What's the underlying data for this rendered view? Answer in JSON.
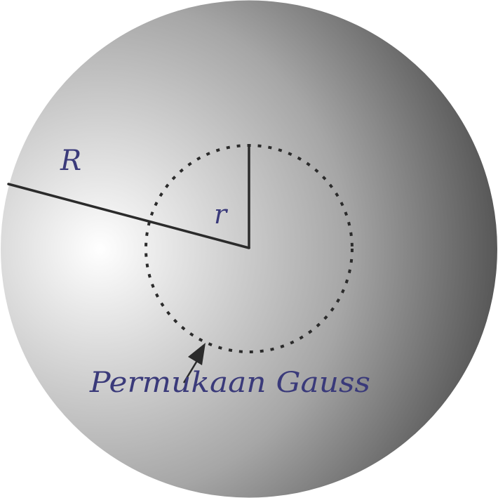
{
  "labels": {
    "outer_radius": "R",
    "inner_radius": "r",
    "gauss_surface": "Permukaan Gauss"
  },
  "colors": {
    "sphere_highlight": "#ffffff",
    "sphere_mid": "#a6a6a6",
    "sphere_shadow": "#3d3d3d",
    "line": "#2b2b2b",
    "label": "#3a3a7a"
  },
  "shapes": {
    "sphere": "shaded-sphere",
    "gauss_surface": "dotted-circle",
    "pointer": "arrow"
  }
}
